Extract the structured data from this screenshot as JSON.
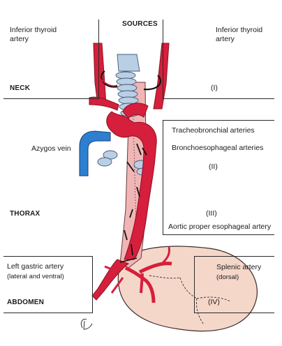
{
  "header": {
    "sources": "SOURCES"
  },
  "neck": {
    "left_label": "Inferior thyroid artery",
    "right_label": "Inferior thyroid artery",
    "region": "NECK",
    "numeral": "(I)"
  },
  "thorax": {
    "azygos": "Azygos vein",
    "tracheobronchial": "Tracheobronchial arteries",
    "bronchoesophageal": "Bronchoesophageal arteries",
    "numeral_ii": "(II)",
    "region": "THORAX",
    "numeral_iii": "(III)",
    "aortic_proper": "Aortic proper esophageal artery"
  },
  "abdomen": {
    "left_gastric": "Left gastric artery",
    "left_gastric_sub": "(lateral and ventral)",
    "splenic": "Splenic artery",
    "splenic_sub": "(dorsal)",
    "region": "ABDOMEN",
    "numeral": "(IV)"
  },
  "colors": {
    "artery": "#d61f3c",
    "artery_dark": "#8e0f22",
    "vein": "#2f7fd1",
    "trachea": "#b9cfe6",
    "esophagus": "#f0b6b6",
    "stomach": "#f5d7c9"
  }
}
